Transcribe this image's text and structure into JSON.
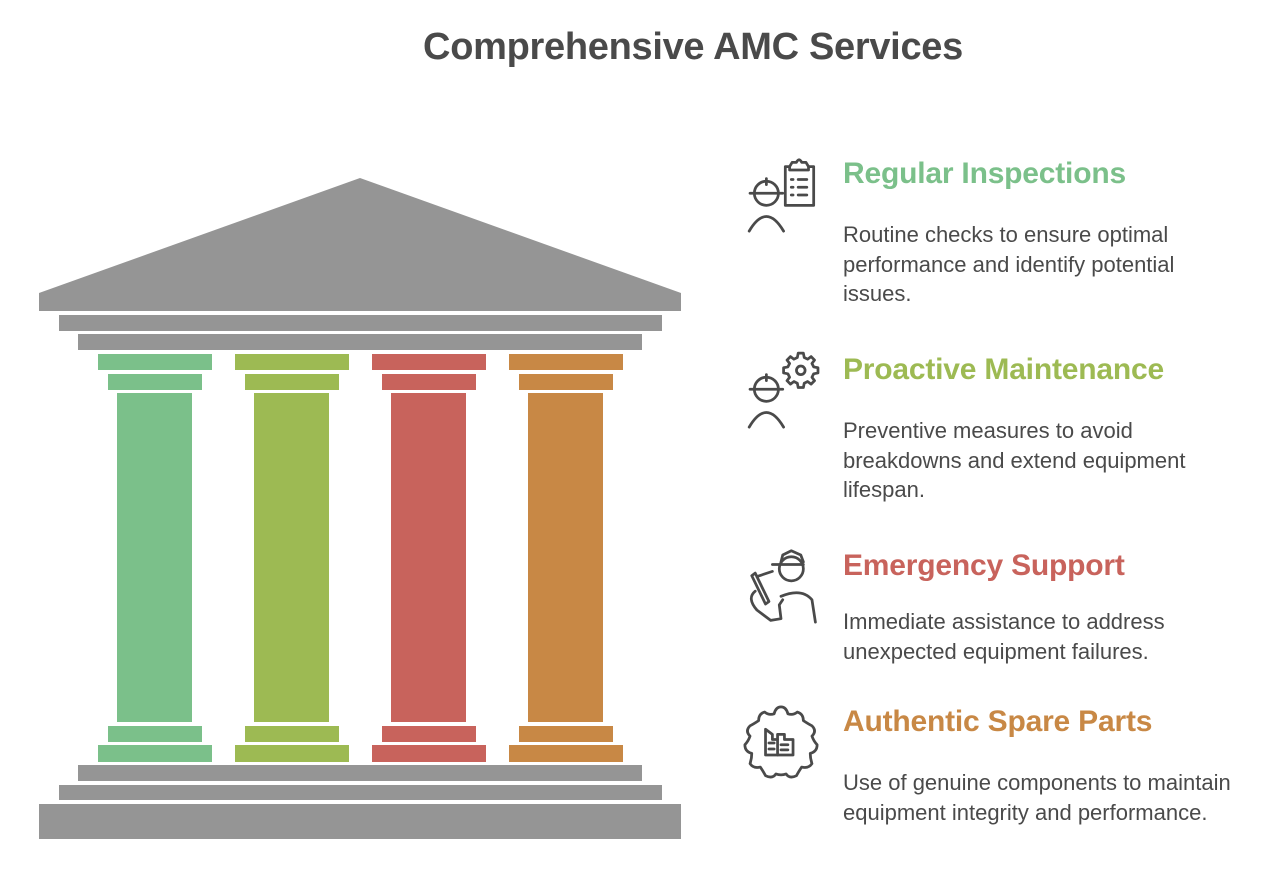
{
  "title": "Comprehensive AMC Services",
  "colors": {
    "structure": "#959595",
    "text": "#4a4a4a",
    "icon": "#4a4a4a"
  },
  "pillars": [
    {
      "name": "Regular Inspections",
      "color": "#7bc08a"
    },
    {
      "name": "Proactive Maintenance",
      "color": "#9dba53"
    },
    {
      "name": "Emergency Support",
      "color": "#c8635c"
    },
    {
      "name": "Authentic Spare Parts",
      "color": "#c88845"
    }
  ],
  "items": [
    {
      "heading": "Regular Inspections",
      "description": "Routine checks to ensure optimal performance and identify potential issues.",
      "color": "#7bc08a",
      "icon": "inspector-clipboard-icon"
    },
    {
      "heading": "Proactive Maintenance",
      "description": "Preventive measures to avoid breakdowns and extend equipment lifespan.",
      "color": "#9dba53",
      "icon": "worker-gear-icon"
    },
    {
      "heading": "Emergency Support",
      "description": "Immediate assistance to address unexpected equipment failures.",
      "color": "#c8635c",
      "icon": "worker-tool-icon"
    },
    {
      "heading": "Authentic Spare Parts",
      "description": "Use of genuine components to maintain equipment integrity and performance.",
      "color": "#c88845",
      "icon": "gear-factory-icon"
    }
  ]
}
